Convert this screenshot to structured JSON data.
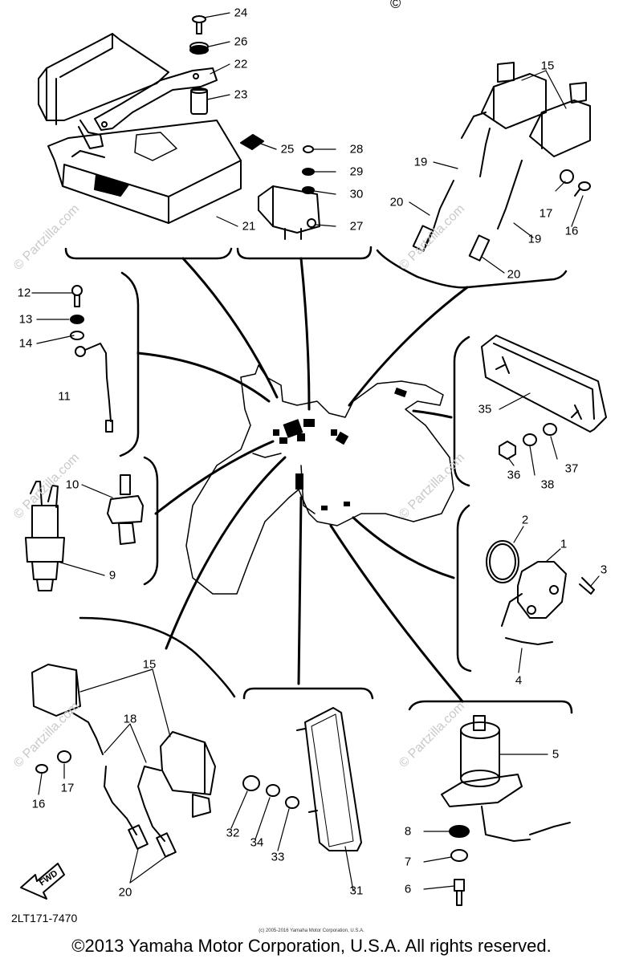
{
  "top_copyright_symbol": "©",
  "watermark_text": "© Partzilla.com",
  "diagram_code": "2LT171-7470",
  "small_copyright": "(c) 2005-2016 Yamaha Motor Corporation, U.S.A.",
  "footer_copyright": "©2013 Yamaha Motor Corporation, U.S.A. All rights reserved.",
  "fwd_label": "FWD",
  "callouts": {
    "c1": "1",
    "c2": "2",
    "c3": "3",
    "c4": "4",
    "c5": "5",
    "c7": "7",
    "c8": "8",
    "c6": "6",
    "c9": "9",
    "c10": "10",
    "c11": "11",
    "c12": "12",
    "c13": "13",
    "c14": "14",
    "c15a": "15",
    "c15b": "15",
    "c16a": "16",
    "c16b": "16",
    "c17a": "17",
    "c17b": "17",
    "c18": "18",
    "c19a": "19",
    "c19b": "19",
    "c20a": "20",
    "c20b": "20",
    "c20c": "20",
    "c21": "21",
    "c22": "22",
    "c23": "23",
    "c24": "24",
    "c25": "25",
    "c26": "26",
    "c27": "27",
    "c28": "28",
    "c29": "29",
    "c30": "30",
    "c31": "31",
    "c32": "32",
    "c33": "33",
    "c34": "34",
    "c35": "35",
    "c36": "36",
    "c37": "37",
    "c38": "38"
  }
}
